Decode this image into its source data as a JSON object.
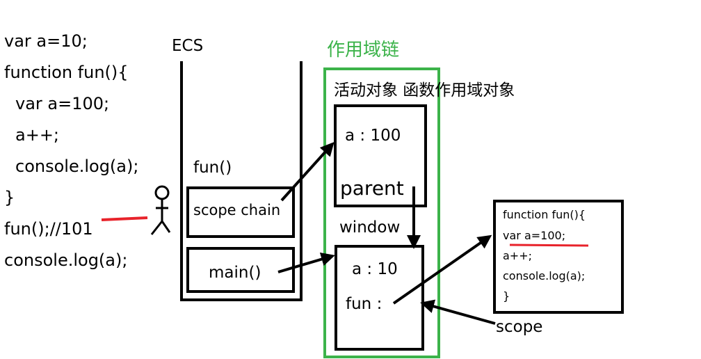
{
  "code": {
    "lines": [
      "var a=10;",
      "function fun(){",
      "  var a=100;",
      "  a++;",
      "  console.log(a);",
      "}",
      "fun();//101",
      "console.log(a);"
    ]
  },
  "ecs": {
    "title": "ECS",
    "frame_label": "fun()",
    "scope_chain_label": "scope chain",
    "main_label": "main()"
  },
  "scope_chain": {
    "title": "作用域链",
    "activation_title": "活动对象 函数作用域对象",
    "activation": {
      "var_line": "a : 100",
      "parent_label": "parent"
    },
    "window": {
      "title": "window",
      "var_line": "a : 10",
      "fun_line": "fun :"
    }
  },
  "function_box": {
    "lines": [
      "function fun(){",
      "  var a=100;",
      "  a++;",
      "  console.log(a);",
      "}"
    ]
  },
  "scope_label": "scope",
  "colors": {
    "green": "#3cb34a",
    "red": "#e8232b",
    "black": "#000000"
  },
  "icons": {
    "person": "stick-figure-icon"
  }
}
